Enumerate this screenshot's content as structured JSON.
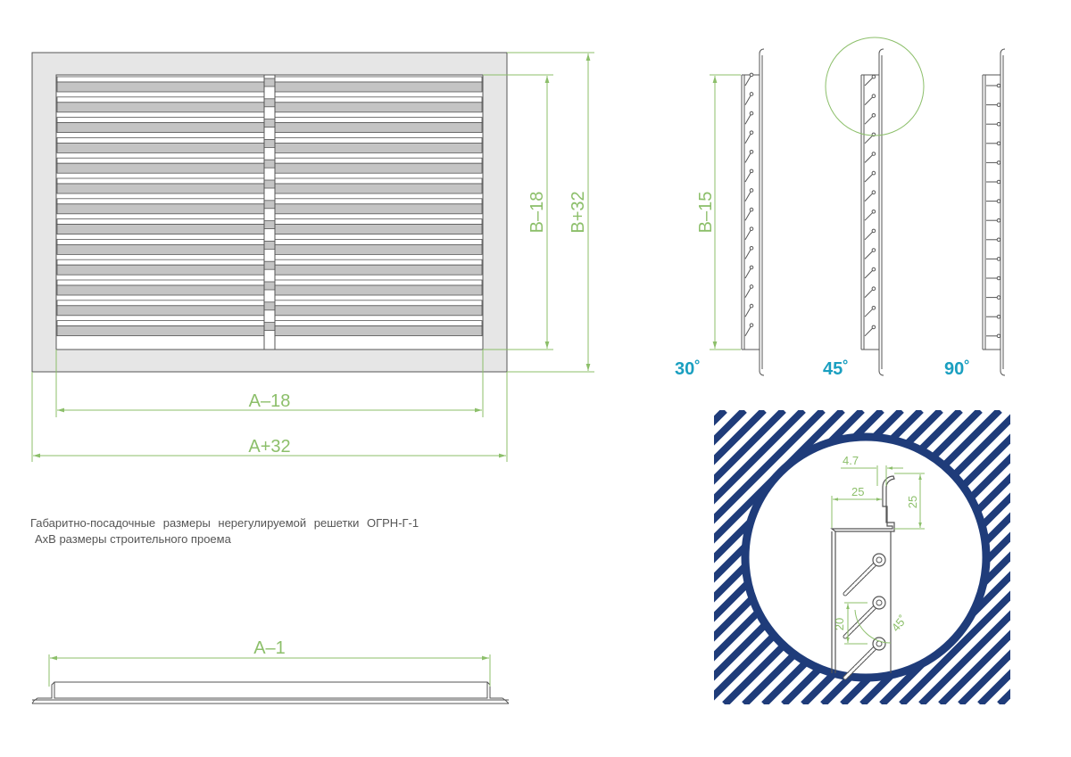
{
  "caption": {
    "line1": "Габаритно-посадочные размеры нерегулируемой решетки ОГРН-Г-1",
    "line2": "AxB размеры строительного проема"
  },
  "front_view": {
    "dim_width_inner": "A–18",
    "dim_width_outer": "A+32",
    "dim_height_inner": "B–18",
    "dim_height_outer": "B+32"
  },
  "side_views": {
    "dim_height": "B–15",
    "angles": [
      "30˚",
      "45˚",
      "90˚"
    ]
  },
  "bottom_view": {
    "dim_width": "A–1"
  },
  "detail": {
    "dim_flange_thickness": "4.7",
    "dim_flange_depth": "25",
    "dim_flange_height": "25",
    "dim_blade_pitch": "20",
    "dim_blade_angle": "45˚"
  },
  "colors": {
    "line": "#555555",
    "dimension": "#8cbf6a",
    "fill": "#e6e6e6",
    "blade": "#c4c4c4",
    "accent": "#1a9fc0",
    "hatch": "#1f3c7a"
  }
}
